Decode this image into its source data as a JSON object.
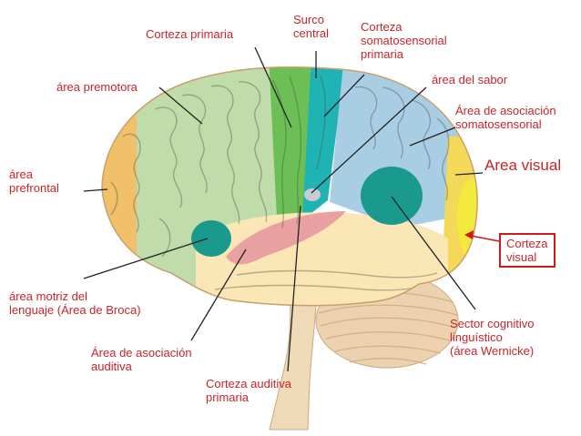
{
  "labels": {
    "surco_central": "Surco\ncentral",
    "corteza_primaria": "Corteza primaria",
    "corteza_somatosensorial": "Corteza\nsomatosensorial\nprimaria",
    "area_premotora": "área premotora",
    "area_sabor": "área del sabor",
    "asociacion_somatosensorial": "Área de asociación\nsomatosensorial",
    "area_visual": "Area visual",
    "area_prefrontal": "área\nprefrontal",
    "corteza_visual": "Corteza\nvisual",
    "broca": "área motriz del\nlenguaje (Área de Broca)",
    "wernicke": "Sector cognitivo\nlinguístico\n(área Wernicke)",
    "asociacion_auditiva": "Área de asociación\nauditiva",
    "corteza_auditiva": "Corteza auditiva\nprimaria"
  },
  "colors": {
    "label_text": "#c8242a",
    "prefrontal": "#f0c06a",
    "premotor": "#bfdcaa",
    "motor": "#6cbf55",
    "somatosensory": "#1fb3b3",
    "somato_assoc": "#a9cde3",
    "visual": "#f4d85a",
    "broca": "#1a9a8c",
    "wernicke": "#1a9a8c",
    "auditory": "#e8a0a0",
    "temporal": "#fbe6b6",
    "cerebellum": "#ecd2ae",
    "brainstem": "#f0d9b8"
  }
}
